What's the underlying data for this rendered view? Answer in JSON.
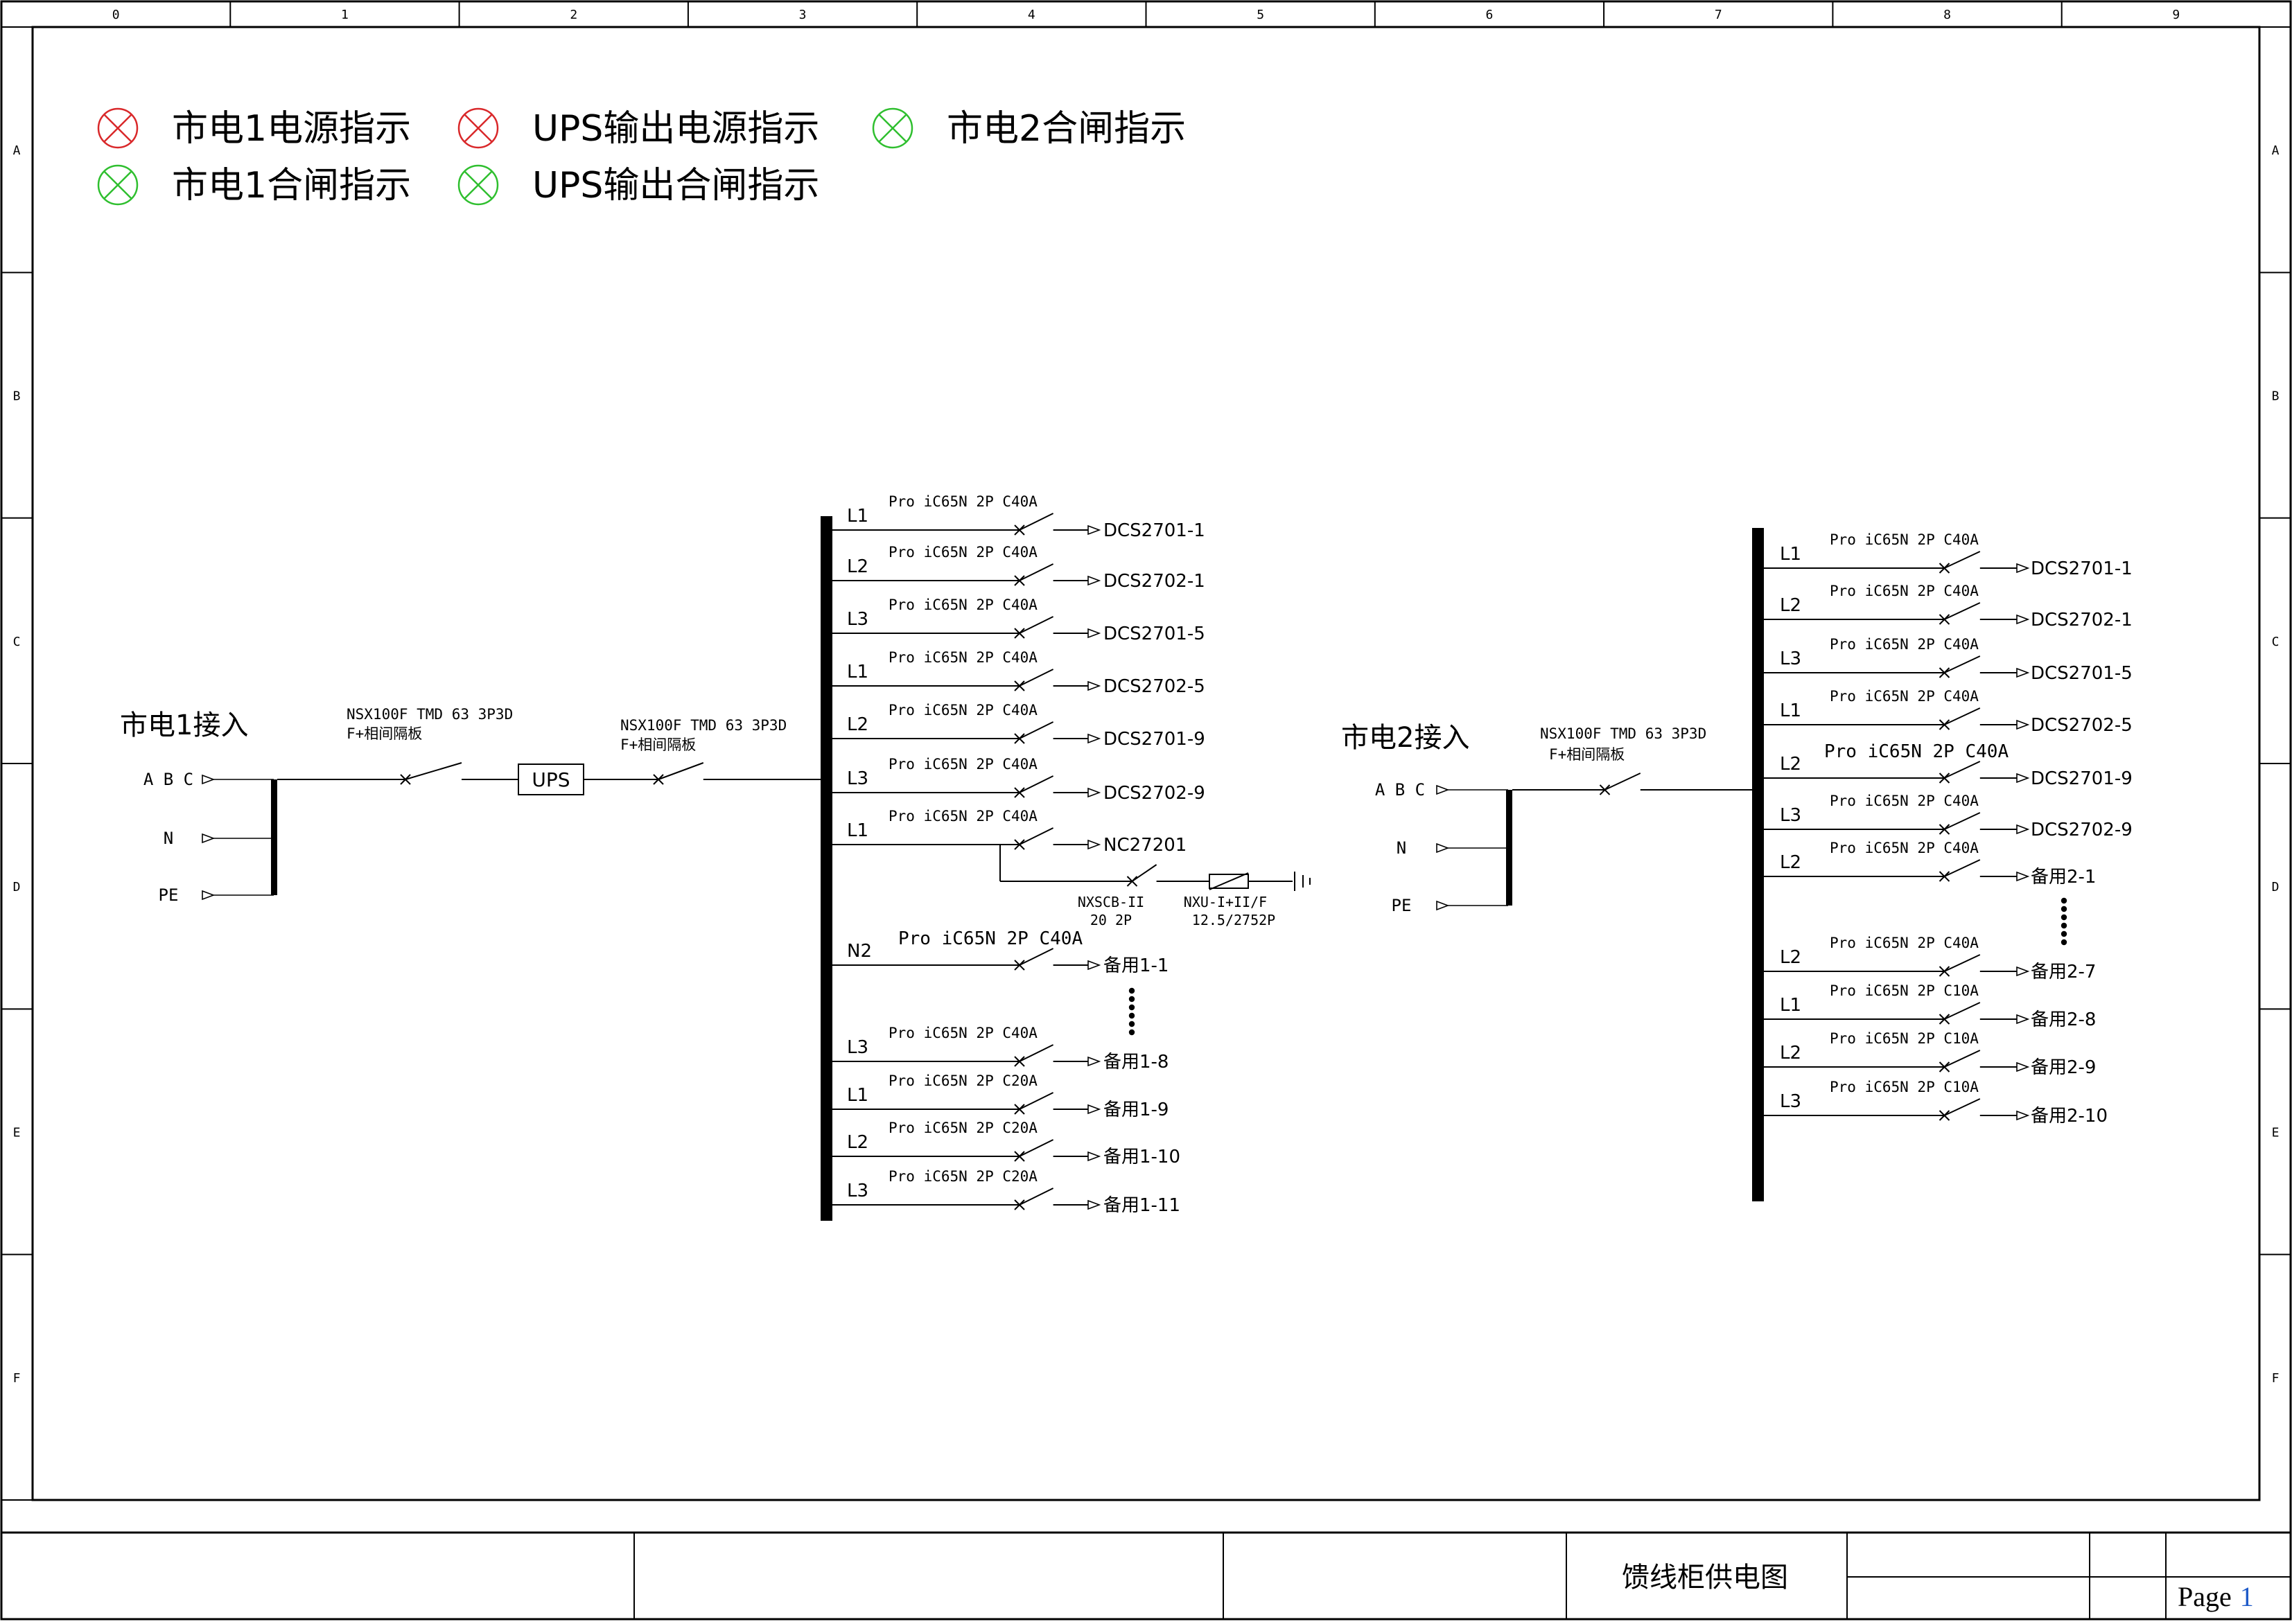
{
  "colors": {
    "red_lamp": "#d9282a",
    "green_lamp": "#2fbf2f",
    "line": "#000000",
    "page_number": "#1e5ac8"
  },
  "frame": {
    "columns": [
      "0",
      "1",
      "2",
      "3",
      "4",
      "5",
      "6",
      "7",
      "8",
      "9"
    ],
    "rows": [
      "A",
      "B",
      "C",
      "D",
      "E",
      "F"
    ]
  },
  "indicators": [
    {
      "label": "市电1电源指示",
      "color": "red"
    },
    {
      "label": "UPS输出电源指示",
      "color": "red"
    },
    {
      "label": "市电2合闸指示",
      "color": "green"
    },
    {
      "label": "市电1合闸指示",
      "color": "green"
    },
    {
      "label": "UPS输出合闸指示",
      "color": "green"
    }
  ],
  "source1": {
    "title": "市电1接入",
    "terminals": [
      "A B C",
      "N",
      "PE"
    ],
    "breaker1": {
      "line1": "NSX100F TMD 63 3P3D",
      "line2": "F+相间隔板"
    },
    "ups": "UPS",
    "breaker2": {
      "line1": "NSX100F TMD 63 3P3D",
      "line2": "F+相间隔板"
    }
  },
  "panel1": {
    "feeders": [
      {
        "phase": "L1",
        "breaker": "Pro iC65N 2P C40A",
        "load": "DCS2701-1"
      },
      {
        "phase": "L2",
        "breaker": "Pro iC65N 2P C40A",
        "load": "DCS2702-1"
      },
      {
        "phase": "L3",
        "breaker": "Pro iC65N 2P C40A",
        "load": "DCS2701-5"
      },
      {
        "phase": "L1",
        "breaker": "Pro iC65N 2P C40A",
        "load": "DCS2702-5"
      },
      {
        "phase": "L2",
        "breaker": "Pro iC65N 2P C40A",
        "load": "DCS2701-9"
      },
      {
        "phase": "L3",
        "breaker": "Pro iC65N 2P C40A",
        "load": "DCS2702-9"
      },
      {
        "phase": "L1",
        "breaker": "Pro iC65N 2P C40A",
        "load": "NC27201"
      },
      {
        "phase": "N2",
        "breaker": "Pro iC65N 2P C40A",
        "load": "备用1-1"
      },
      {
        "phase": "L3",
        "breaker": "Pro iC65N 2P C40A",
        "load": "备用1-8"
      },
      {
        "phase": "L1",
        "breaker": "Pro iC65N 2P C20A",
        "load": "备用1-9"
      },
      {
        "phase": "L2",
        "breaker": "Pro iC65N 2P C20A",
        "load": "备用1-10"
      },
      {
        "phase": "L3",
        "breaker": "Pro iC65N 2P C20A",
        "load": "备用1-11"
      }
    ],
    "spd": {
      "breaker_line1": "NXSCB-II",
      "breaker_line2": "20 2P",
      "arrester_line1": "NXU-I+II/F",
      "arrester_line2": "12.5/2752P"
    }
  },
  "source2": {
    "title": "市电2接入",
    "terminals": [
      "A B C",
      "N",
      "PE"
    ],
    "breaker": {
      "line1": "NSX100F TMD 63 3P3D",
      "line2": "F+相间隔板"
    }
  },
  "panel2": {
    "feeders": [
      {
        "phase": "L1",
        "breaker": "Pro iC65N 2P C40A",
        "load": "DCS2701-1"
      },
      {
        "phase": "L2",
        "breaker": "Pro iC65N 2P C40A",
        "load": "DCS2702-1"
      },
      {
        "phase": "L3",
        "breaker": "Pro iC65N 2P C40A",
        "load": "DCS2701-5"
      },
      {
        "phase": "L1",
        "breaker": "Pro iC65N 2P C40A",
        "load": "DCS2702-5"
      },
      {
        "phase": "L2",
        "breaker": "Pro iC65N 2P C40A",
        "load": "DCS2701-9"
      },
      {
        "phase": "L3",
        "breaker": "Pro iC65N 2P C40A",
        "load": "DCS2702-9"
      },
      {
        "phase": "L2",
        "breaker": "Pro iC65N 2P C40A",
        "load": "备用2-1"
      },
      {
        "phase": "L2",
        "breaker": "Pro iC65N 2P C40A",
        "load": "备用2-7"
      },
      {
        "phase": "L1",
        "breaker": "Pro iC65N 2P C10A",
        "load": "备用2-8"
      },
      {
        "phase": "L2",
        "breaker": "Pro iC65N 2P C10A",
        "load": "备用2-9"
      },
      {
        "phase": "L3",
        "breaker": "Pro iC65N 2P C10A",
        "load": "备用2-10"
      }
    ]
  },
  "title_block": {
    "drawing_title": "馈线柜供电图",
    "page_label": "Page",
    "page_number": "1"
  }
}
